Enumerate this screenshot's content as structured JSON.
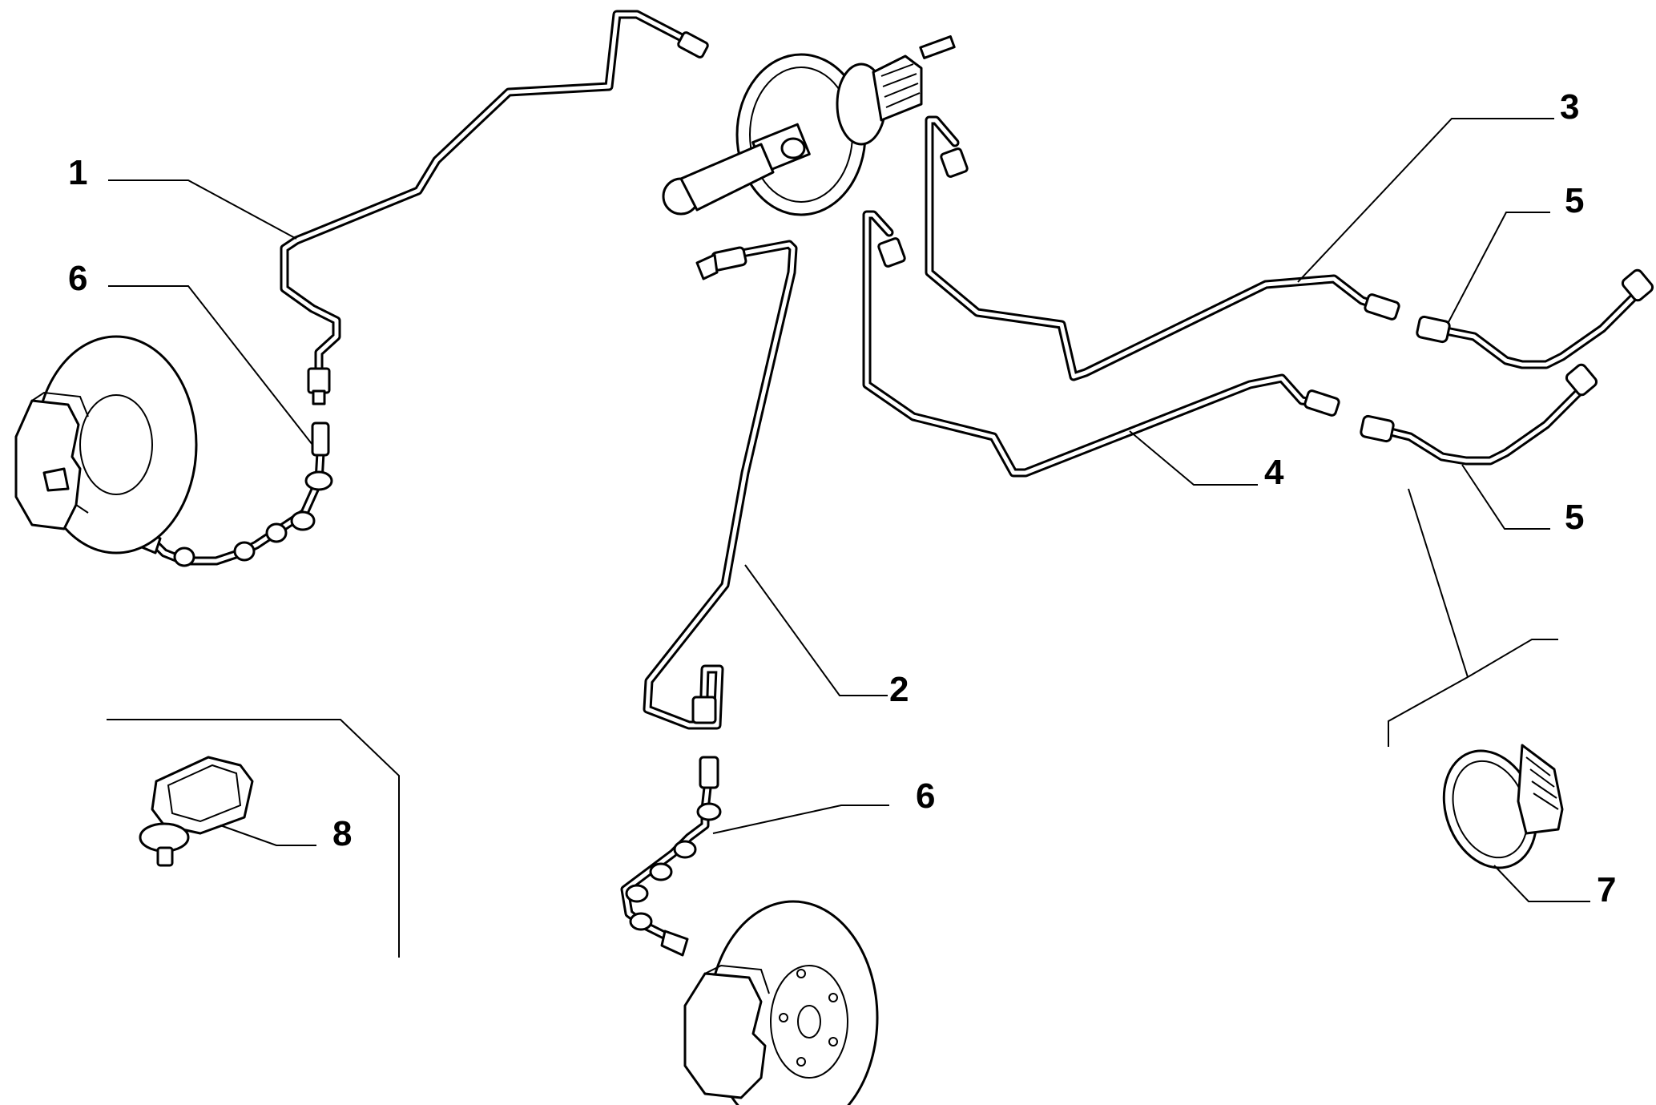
{
  "diagram": {
    "callouts": [
      {
        "id": "c1",
        "label": "1"
      },
      {
        "id": "c2",
        "label": "2"
      },
      {
        "id": "c3",
        "label": "3"
      },
      {
        "id": "c4",
        "label": "4"
      },
      {
        "id": "c5a",
        "label": "5"
      },
      {
        "id": "c5b",
        "label": "5"
      },
      {
        "id": "c6a",
        "label": "6"
      },
      {
        "id": "c6b",
        "label": "6"
      },
      {
        "id": "c7",
        "label": "7"
      },
      {
        "id": "c8",
        "label": "8"
      }
    ]
  }
}
